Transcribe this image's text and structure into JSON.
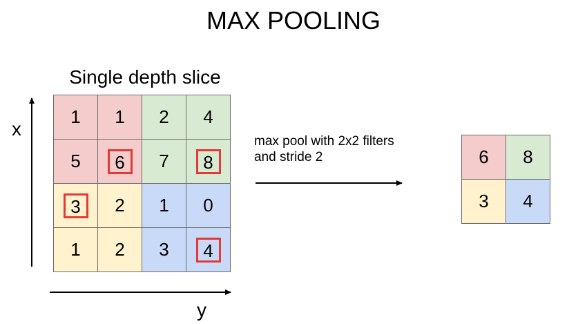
{
  "title": "MAX POOLING",
  "subtitle": "Single depth slice",
  "axis_x_label": "x",
  "axis_y_label": "y",
  "caption": "max pool with 2x2 filters\nand stride 2",
  "colors": {
    "quad_top_left": "#f4cccc",
    "quad_top_right": "#d9ead3",
    "quad_bottom_left": "#fff2cc",
    "quad_bottom_right": "#c9daf8",
    "highlight": "#e53935",
    "grid_line": "#6b6b6b"
  },
  "input_grid": [
    [
      "1",
      "1",
      "2",
      "4"
    ],
    [
      "5",
      "6",
      "7",
      "8"
    ],
    [
      "3",
      "2",
      "1",
      "0"
    ],
    [
      "1",
      "2",
      "3",
      "4"
    ]
  ],
  "highlighted_cells": [
    [
      1,
      1
    ],
    [
      1,
      3
    ],
    [
      2,
      0
    ],
    [
      3,
      3
    ]
  ],
  "output_grid": [
    [
      "6",
      "8"
    ],
    [
      "3",
      "4"
    ]
  ]
}
